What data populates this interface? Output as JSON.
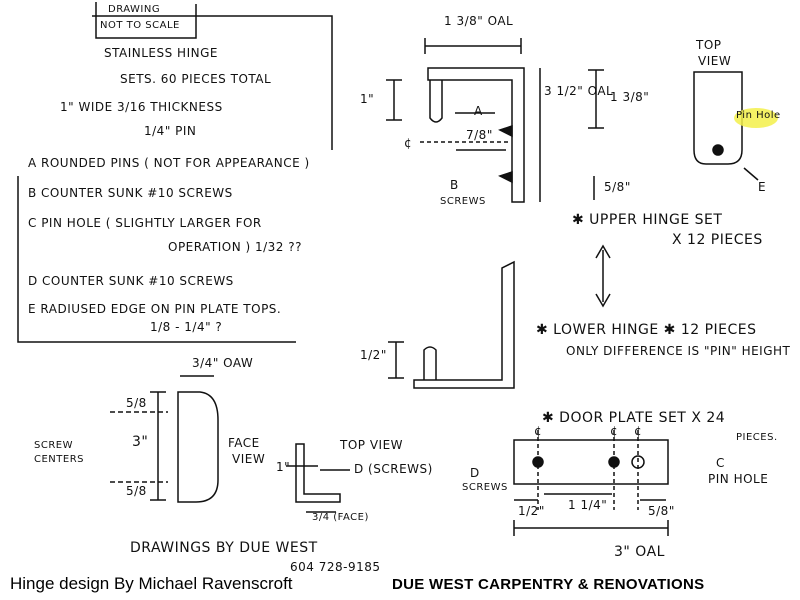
{
  "header_box": {
    "stamp": [
      "DRAWING",
      "NOT TO SCALE"
    ],
    "spec_lines": [
      "STAINLESS HINGE",
      "SETS. 60 PIECES TOTAL",
      "1\" WIDE  3/16 THICKNESS",
      "1/4\" PIN"
    ]
  },
  "notes": [
    "A  ROUNDED PINS ( NOT FOR APPEARANCE )",
    "B  COUNTER SUNK  #10 SCREWS",
    "C  PIN HOLE ( SLIGHTLY LARGER FOR",
    "OPERATION )  1/32 ??",
    "D  COUNTER SUNK  #10 SCREWS",
    "E  RADIUSED EDGE ON PIN PLATE TOPS.",
    "1/8 - 1/4\" ?"
  ],
  "upper_hinge": {
    "dim_top": "1 3/8\" OAL",
    "dim_left": "1\"",
    "dim_height": "3 1/2\" OAL",
    "dim_right": "1 3/8\"",
    "dim_gap": "7/8\"",
    "dim_bottom": "5/8\"",
    "label_a": "A",
    "label_b": "B",
    "label_screws": "SCREWS",
    "label_c": "¢",
    "caption": [
      "✱ UPPER HINGE SET",
      "X 12 PIECES"
    ]
  },
  "top_view": {
    "title": [
      "TOP",
      "VIEW"
    ],
    "pin_label": "Pin Hole",
    "edge_label": "E"
  },
  "lower_hinge": {
    "dim": "1/2\"",
    "caption_1": "✱ LOWER HINGE ✱ 12 PIECES",
    "caption_2": "ONLY DIFFERENCE IS \"PIN\" HEIGHT"
  },
  "face_view": {
    "dim_top": "3/4\" OAW",
    "dim_a": "5/8",
    "dim_main": "3\"",
    "dim_b": "5/8",
    "screw_centers": [
      "SCREW",
      "CENTERS"
    ],
    "label": [
      "FACE",
      "VIEW"
    ]
  },
  "small_top_view": {
    "title": "TOP VIEW",
    "dim_height": "1\"",
    "screws": "D (SCREWS)",
    "dim_face": "3/4 (FACE)"
  },
  "door_plate": {
    "title": "✱ DOOR PLATE SET X 24",
    "pieces": "PIECES.",
    "label_d": [
      "D",
      "SCREWS"
    ],
    "label_c": [
      "C",
      "PIN HOLE"
    ],
    "dim_a": "1/2\"",
    "dim_b": "1 1/4\"",
    "dim_c": "5/8\"",
    "dim_oal": "3\" OAL",
    "center_marks": [
      "¢",
      "¢",
      "¢"
    ]
  },
  "signature": {
    "line_1": "DRAWINGS BY DUE WEST",
    "line_2": "604 728-9185"
  },
  "footer": {
    "designer": "Hinge design By Michael Ravenscroft",
    "company": "DUE WEST CARPENTRY & RENOVATIONS"
  },
  "colors": {
    "highlight": "#f3f04a",
    "ink": "#111111"
  }
}
